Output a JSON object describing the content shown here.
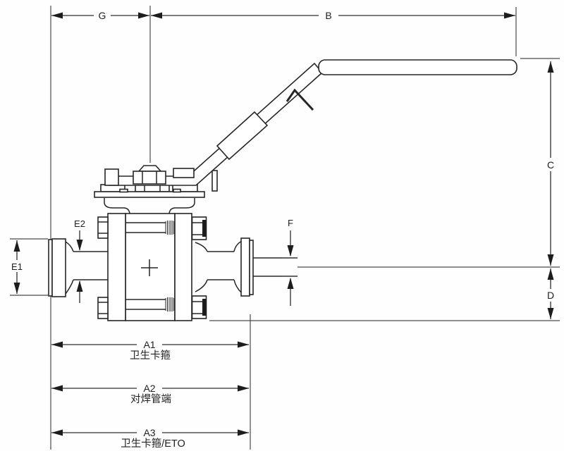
{
  "drawing": {
    "type": "engineering-dimension-drawing",
    "subject": "sanitary 3-piece ball valve with lockable lever handle, side view",
    "colors": {
      "line": "#262626",
      "background": "#fefefe",
      "arrow": "#1d1d1d"
    },
    "labels": {
      "g": "G",
      "b": "B",
      "c": "C",
      "d": "D",
      "e1": "E1",
      "e2": "E2",
      "f": "F",
      "a1": "A1",
      "a2": "A2",
      "a3": "A3"
    },
    "annotations": {
      "a1_note": "卫生卡箍",
      "a2_note": "对焊管端",
      "a3_note": "卫生卡箍/ETO"
    }
  }
}
